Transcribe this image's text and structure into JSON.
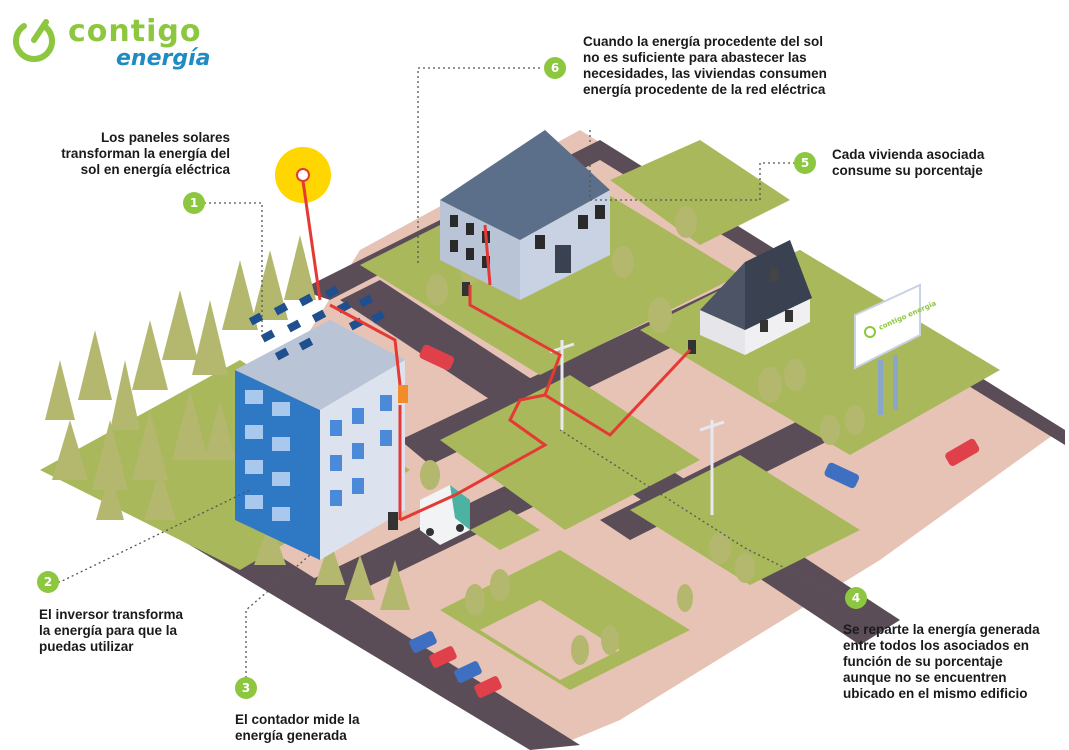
{
  "logo": {
    "word1": "contigo",
    "word2": "energía",
    "billboard_text": "contigo energía"
  },
  "steps": [
    {
      "number": "1",
      "lines": [
        "Los paneles solares",
        "transforman la energía del",
        "sol en energía eléctrica"
      ]
    },
    {
      "number": "2",
      "lines": [
        "El inversor transforma",
        "la energía para que la",
        "puedas utilizar"
      ]
    },
    {
      "number": "3",
      "lines": [
        "El contador mide la",
        "energía generada"
      ]
    },
    {
      "number": "4",
      "lines": [
        "Se reparte la energía generada",
        "entre todos los asociados en",
        "función de su porcentaje",
        "aunque no se encuentren",
        "ubicado en el mismo edificio"
      ]
    },
    {
      "number": "5",
      "lines": [
        "Cada vivienda asociada",
        "consume su porcentaje"
      ]
    },
    {
      "number": "6",
      "lines": [
        "Cuando la energía procedente del sol",
        "no es suficiente para abastecer las",
        "necesidades, las viviendas consumen",
        "energía procedente de la red eléctrica"
      ]
    }
  ],
  "colors": {
    "accent_green": "#8dc63f",
    "accent_blue": "#1e8bc3",
    "energy_line": "#e53935",
    "grass": "#a9b85a",
    "road": "#5a4d57",
    "sidewalk": "#e7c3b5",
    "sun": "#ffd600"
  }
}
